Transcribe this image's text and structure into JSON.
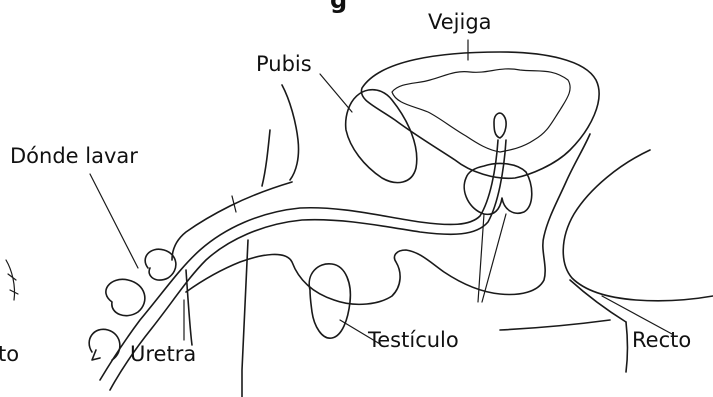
{
  "title_fragment": "g",
  "labels": {
    "vejiga": "Vejiga",
    "pubis": "Pubis",
    "donde_lavar": "Dónde lavar",
    "uretra": "Uretra",
    "testiculo": "Testículo",
    "recto": "Recto",
    "left_cut_off": "to"
  },
  "colors": {
    "line": "#1a1a1a",
    "text": "#111111",
    "background": "#ffffff"
  }
}
